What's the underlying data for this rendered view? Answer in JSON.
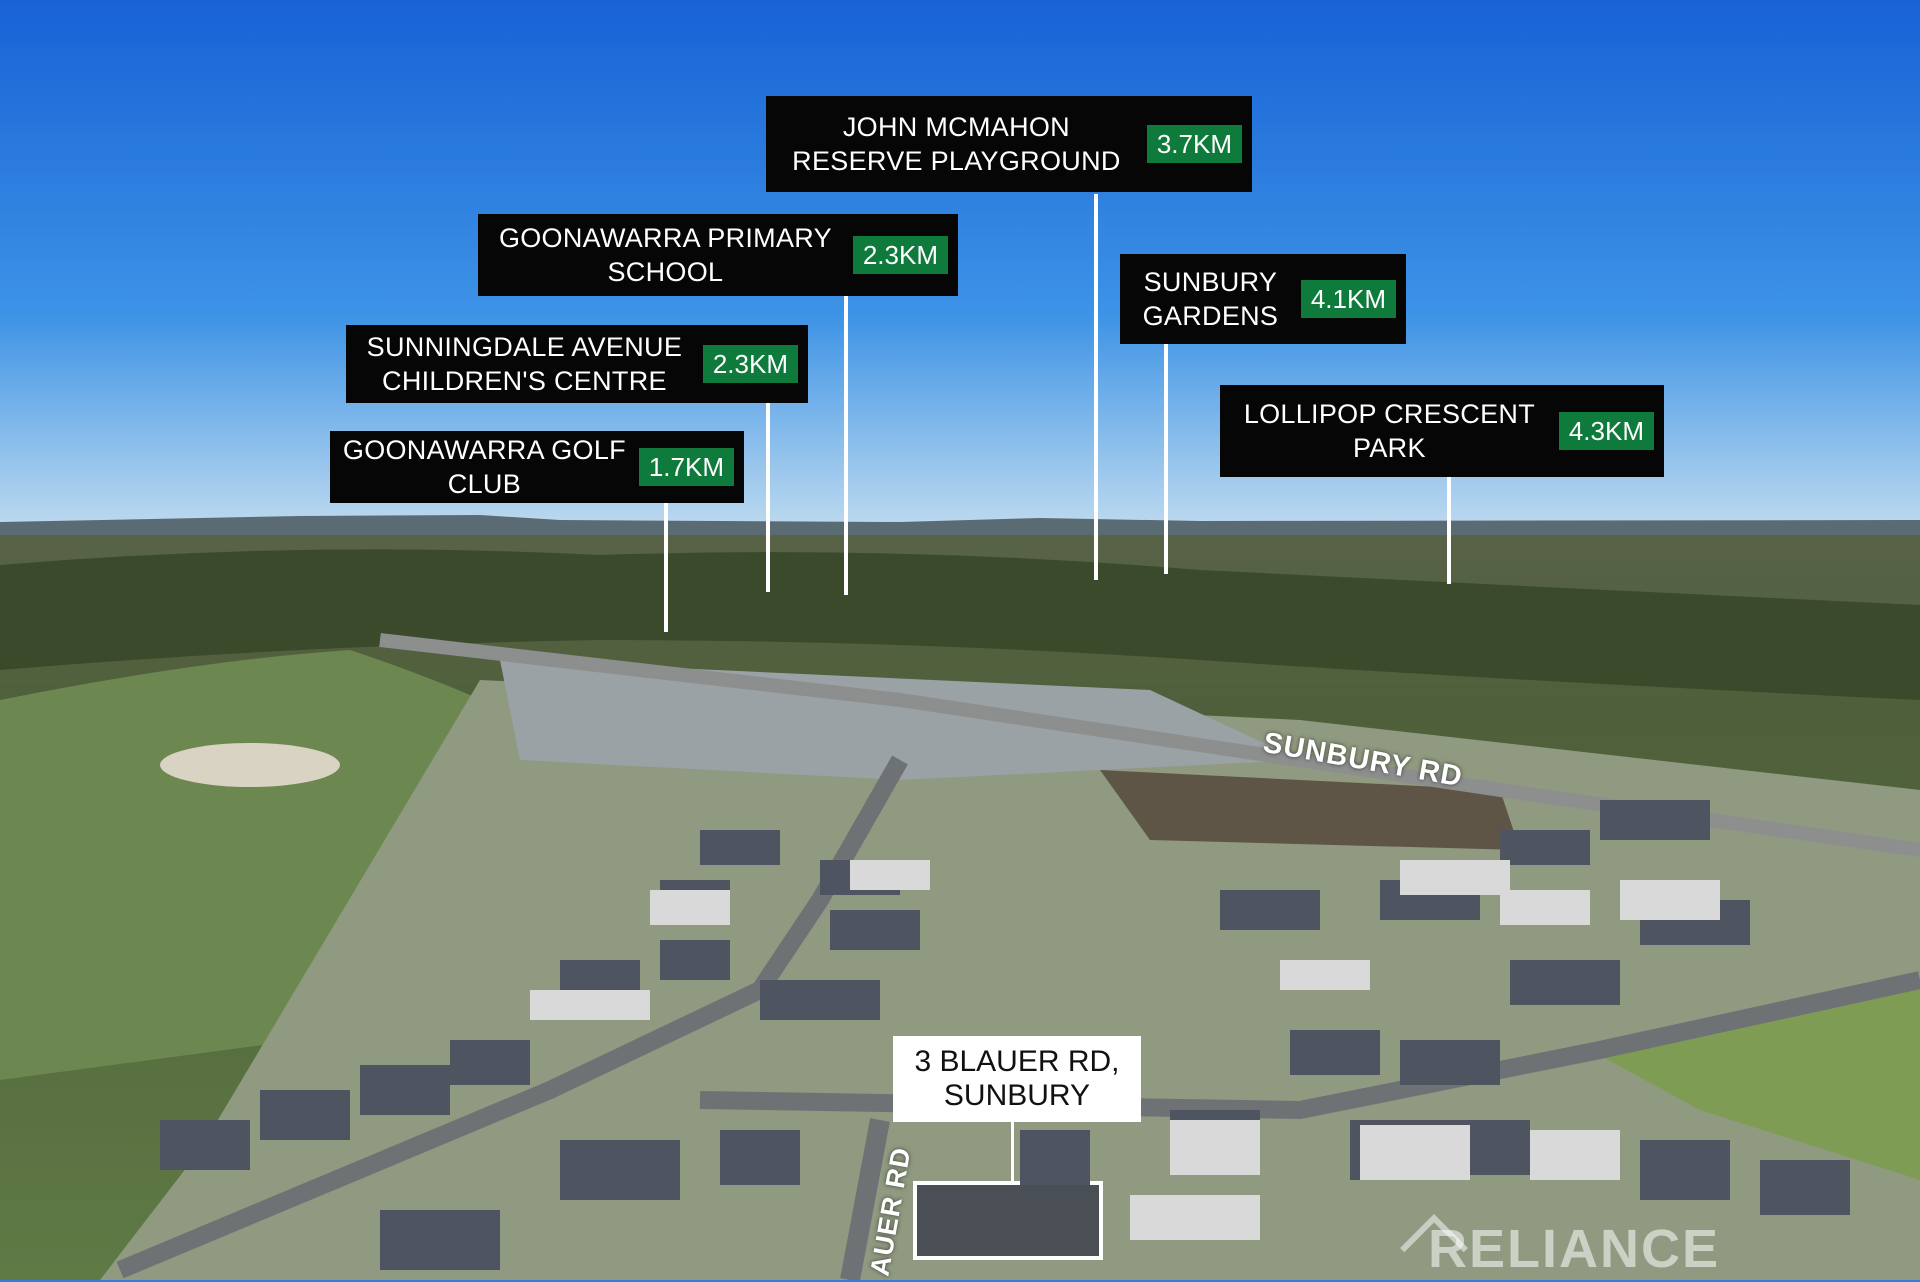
{
  "colors": {
    "label_bg": "#060606",
    "distance_bg": "#0e7a3c",
    "sky": "#1f6fd0",
    "leader": "#ffffff"
  },
  "poi": [
    {
      "name": "JOHN MCMAHON\nRESERVE PLAYGROUND",
      "distance": "3.7KM"
    },
    {
      "name": "GOONAWARRA PRIMARY\nSCHOOL",
      "distance": "2.3KM"
    },
    {
      "name": "SUNBURY\nGARDENS",
      "distance": "4.1KM"
    },
    {
      "name": "SUNNINGDALE AVENUE\nCHILDREN'S CENTRE",
      "distance": "2.3KM"
    },
    {
      "name": "LOLLIPOP CRESCENT\nPARK",
      "distance": "4.3KM"
    },
    {
      "name": "GOONAWARRA GOLF\nCLUB",
      "distance": "1.7KM"
    }
  ],
  "property": {
    "address": "3 BLAUER RD,\nSUNBURY"
  },
  "roads": {
    "sunbury_rd": "SUNBURY RD",
    "blauer_rd": "AUER RD"
  },
  "watermark": "RELIANCE"
}
